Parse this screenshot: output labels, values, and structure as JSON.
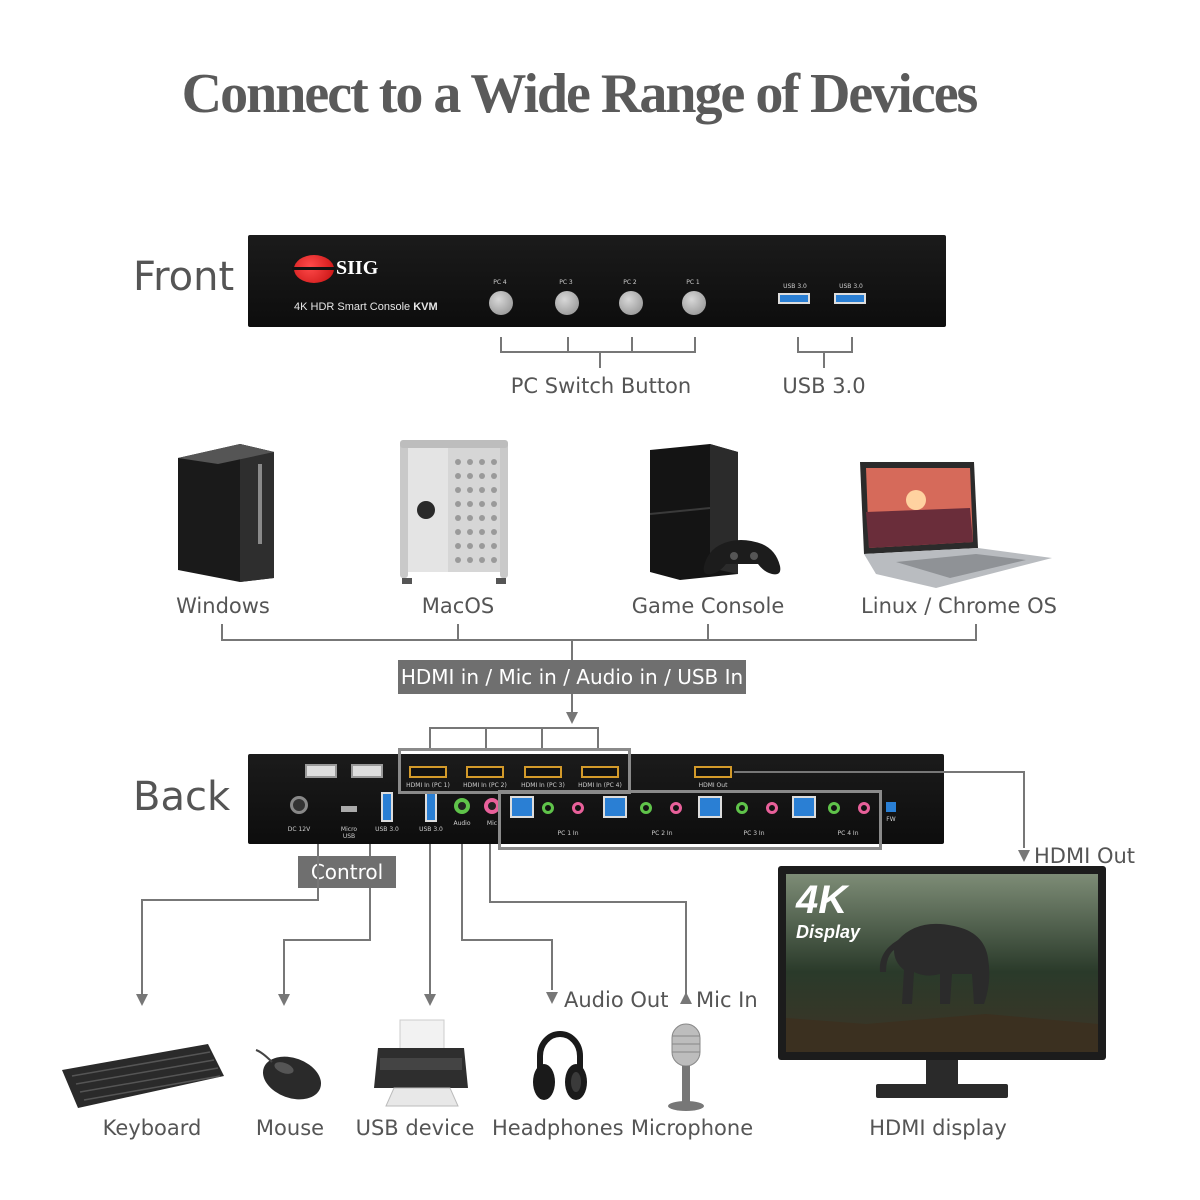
{
  "title": "Connect to a Wide Range of Devices",
  "front": {
    "label": "Front",
    "brand": "SIIG",
    "model": "4K HDR Smart Console",
    "model_bold": "KVM",
    "buttons": [
      "PC 4",
      "PC 3",
      "PC 2",
      "PC 1"
    ],
    "usb_ports": [
      "USB 3.0",
      "USB 3.0"
    ],
    "callouts": {
      "pc_switch": "PC Switch Button",
      "usb": "USB 3.0"
    }
  },
  "computers": [
    "Windows",
    "MacOS",
    "Game Console",
    "Linux / Chrome OS"
  ],
  "input_bar": "HDMI in / Mic in / Audio in / USB In",
  "back": {
    "label": "Back",
    "ports": {
      "dc": "DC 12V",
      "micro_usb": "Micro USB",
      "usb1": "USB 3.0",
      "usb2": "USB 3.0",
      "audio": "Audio",
      "mic": "Mic",
      "hdmi_in": [
        "HDMI In (PC 1)",
        "HDMI In (PC 2)",
        "HDMI In (PC 3)",
        "HDMI In (PC 4)"
      ],
      "hdmi_out": "HDMI Out",
      "pc_in": [
        "PC 1 In",
        "PC 2 In",
        "PC 3 In",
        "PC 4 In"
      ],
      "fw": "FW"
    },
    "control": "Control",
    "hdmi_out_label": "HDMI Out",
    "audio_out_label": "Audio Out",
    "mic_in_label": "Mic In"
  },
  "display_badge": {
    "big": "4K",
    "small": "Display"
  },
  "peripherals": [
    "Keyboard",
    "Mouse",
    "USB device",
    "Headphones",
    "Microphone",
    "HDMI display"
  ],
  "colors": {
    "panel": "#111111",
    "line": "#777777",
    "callout_box": "#6f6f6f",
    "usb_blue": "#2a7fd4",
    "jack_green": "#5fc34a",
    "jack_pink": "#e8609a"
  }
}
